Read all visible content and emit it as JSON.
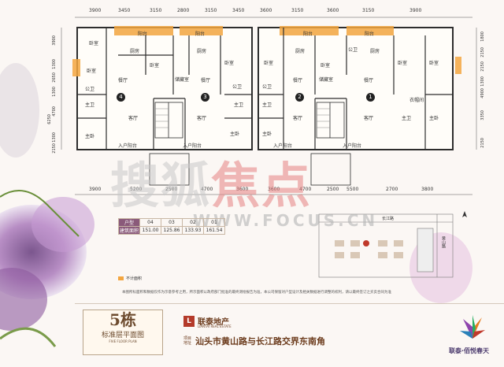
{
  "dimensions": {
    "top": [
      "3900",
      "3450",
      "3150",
      "2800",
      "3150",
      "3450",
      "3600",
      "3150",
      "3600",
      "3150",
      "3900"
    ],
    "bottom": [
      "3900",
      "5200",
      "2500",
      "4700",
      "3600",
      "3600",
      "4700",
      "2500",
      "5500",
      "2700",
      "3800"
    ],
    "left": [
      "3900",
      "1300",
      "2650",
      "1300",
      "6250",
      "4700",
      "1300",
      "2150"
    ],
    "right": [
      "1800",
      "2150",
      "2150",
      "1300",
      "4900",
      "3350",
      "2150"
    ]
  },
  "rooms": {
    "bedroom": "卧室",
    "master_bedroom": "主卧",
    "kitchen": "厨房",
    "dining": "餐厅",
    "living": "客厅",
    "balcony": "阳台",
    "public_bath": "公卫",
    "master_bath": "主卫",
    "storage": "储藏室",
    "entry_balcony": "入户阳台",
    "wardrobe": "衣帽间"
  },
  "units": [
    "4",
    "3",
    "2",
    "1"
  ],
  "watermark": {
    "text1": "搜狐",
    "text2": "焦点",
    "url": "WWW.FOCUS.CN"
  },
  "area_table": {
    "header": [
      "户型",
      "04",
      "03",
      "02",
      "01"
    ],
    "row_label": "建筑面积",
    "values": [
      "151.00",
      "125.86",
      "133.93",
      "161.54"
    ]
  },
  "legend": "不计面积",
  "map": {
    "road1": "长江路",
    "road2": "黄山路"
  },
  "note": "本图所标面积和数据仅作为示意参考之用，所示面积以政府部门批准的最终测绘报告为准，本公司保留对户型设计及相关数据进行调整的权利，请以最终签订之买卖合同为准",
  "building": {
    "number": "5栋",
    "title": "标准层平面图",
    "subtitle": "FIVE FLOOR PLAN"
  },
  "developer": {
    "name": "联泰地产",
    "name_en": "LIANTAI REAL ESTATE"
  },
  "address": {
    "label": "项目地址",
    "value": "汕头市黄山路与长江路交界东南角"
  },
  "brand": "联泰·佰悦春天",
  "colors": {
    "wall": "#2d2d2d",
    "balcony": "#f3a640",
    "purple": "#8a5a7a",
    "brown": "#6d4b2e"
  }
}
